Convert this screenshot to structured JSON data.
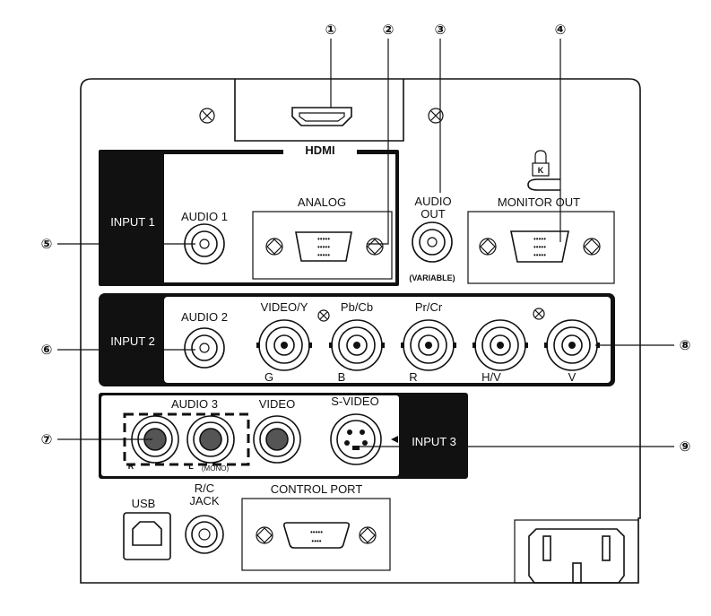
{
  "labels": {
    "hdmi": "HDMI",
    "input1": "INPUT 1",
    "input2": "INPUT 2",
    "input3": "INPUT 3",
    "audio1": "AUDIO 1",
    "audio2": "AUDIO 2",
    "audio3": "AUDIO 3",
    "analog": "ANALOG",
    "audio_out_1": "AUDIO",
    "audio_out_2": "OUT",
    "variable": "(VARIABLE)",
    "monitor_out": "MONITOR OUT",
    "video_y": "VIDEO/Y",
    "pb_cb": "Pb/Cb",
    "pr_cr": "Pr/Cr",
    "g": "G",
    "b": "B",
    "r": "R",
    "hv": "H/V",
    "v": "V",
    "video": "VIDEO",
    "s_video": "S-VIDEO",
    "r3": "R",
    "l3": "L",
    "mono": "(MONO)",
    "usb": "USB",
    "rc_jack_1": "R/C",
    "rc_jack_2": "JACK",
    "control_port": "CONTROL PORT"
  },
  "callouts": [
    "①",
    "②",
    "③",
    "④",
    "⑤",
    "⑥",
    "⑦",
    "⑧",
    "⑨"
  ]
}
